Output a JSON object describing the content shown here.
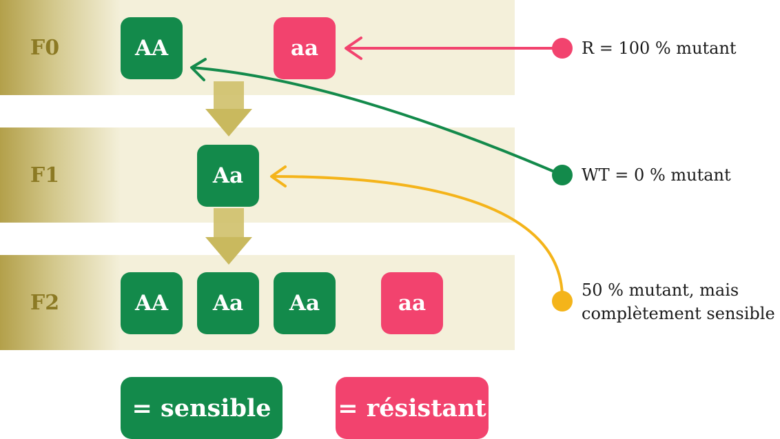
{
  "generations": [
    {
      "label": "F0",
      "genotypes": [
        {
          "text": "AA",
          "phenotype": "sensible"
        },
        {
          "text": "aa",
          "phenotype": "résistant"
        }
      ]
    },
    {
      "label": "F1",
      "genotypes": [
        {
          "text": "Aa",
          "phenotype": "sensible"
        }
      ]
    },
    {
      "label": "F2",
      "genotypes": [
        {
          "text": "AA",
          "phenotype": "sensible"
        },
        {
          "text": "Aa",
          "phenotype": "sensible"
        },
        {
          "text": "Aa",
          "phenotype": "sensible"
        },
        {
          "text": "aa",
          "phenotype": "résistant"
        }
      ]
    }
  ],
  "annotations": [
    {
      "text": "R = 100 % mutant",
      "color": "#f2436e"
    },
    {
      "text": "WT = 0 % mutant",
      "color": "#138a4b"
    },
    {
      "line1": "50 % mutant, mais",
      "line2": "complètement sensible",
      "color": "#f4b41a"
    }
  ],
  "legend": {
    "sensible": "= sensible",
    "resistant": "= résistant"
  },
  "colors": {
    "sensible": "#138a4b",
    "resistant": "#f2436e",
    "heterozygous_note": "#f4b41a",
    "band": "#f4f0da",
    "label": "#8c7a24",
    "down_arrow": "#c9b95e"
  }
}
